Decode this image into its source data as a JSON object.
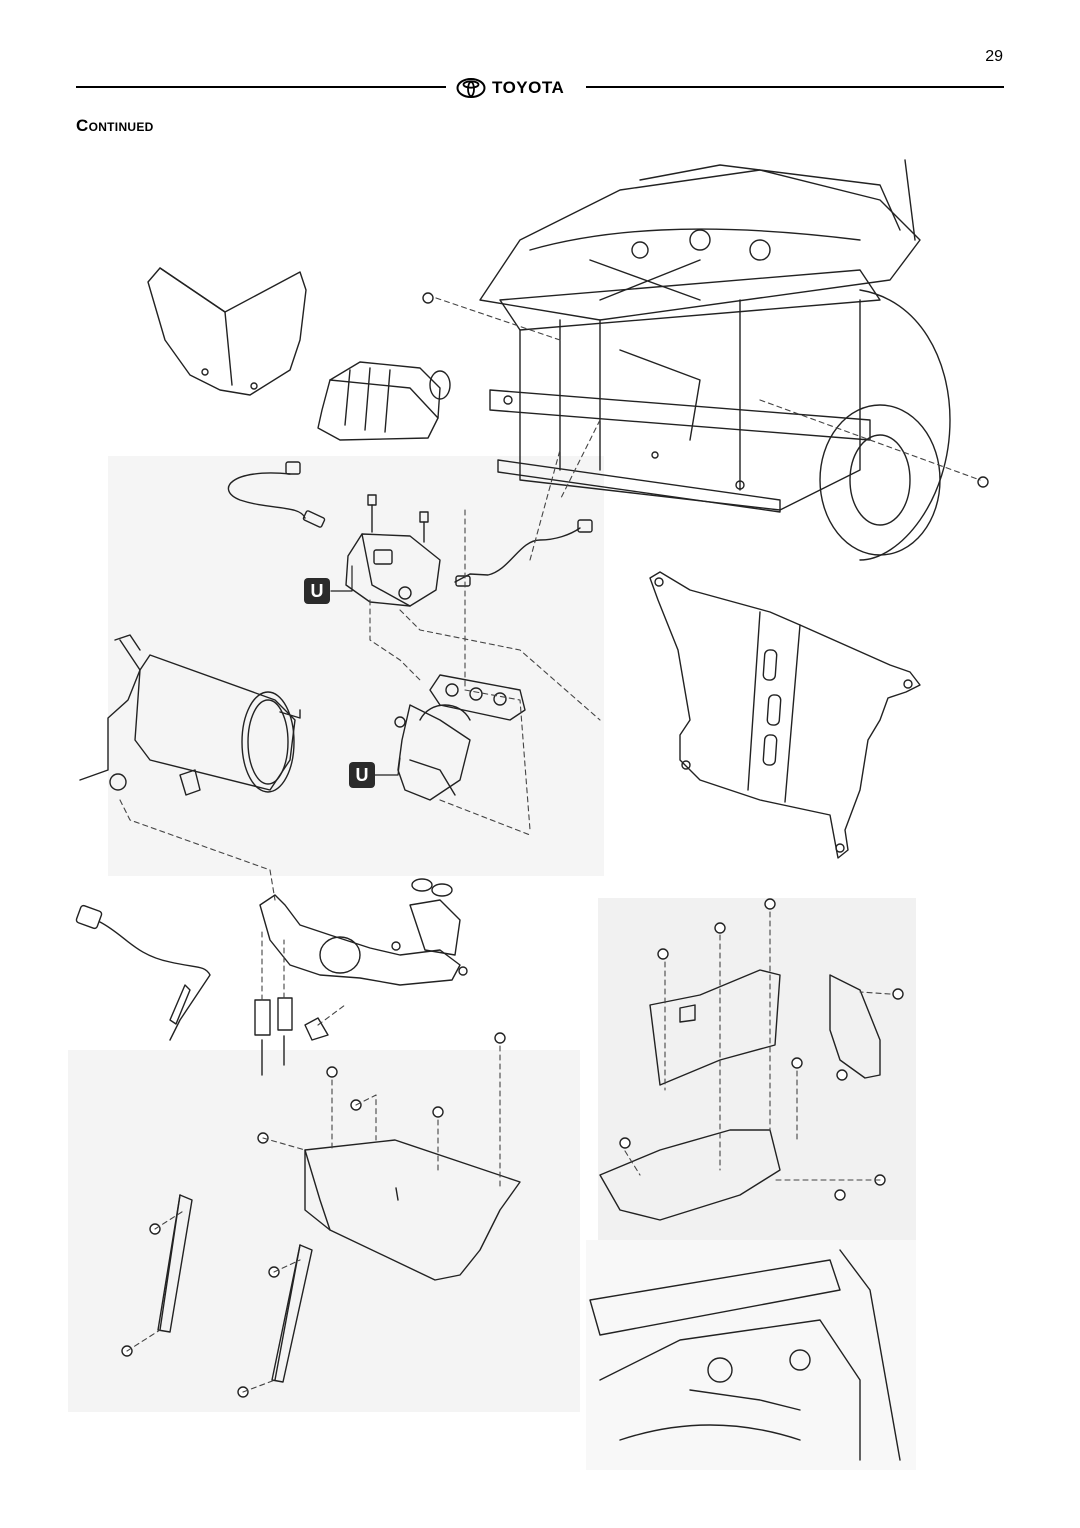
{
  "header": {
    "page_number": "29",
    "brand": "TOYOTA",
    "brand_icon": "toyota-emblem-icon"
  },
  "section": {
    "heading": "Continued"
  },
  "callouts": {
    "upper": "U",
    "lower": "U"
  },
  "colors": {
    "ink": "#000000",
    "callout_bg": "#2b2b2b",
    "photo_gray": "#e9e9e9"
  }
}
